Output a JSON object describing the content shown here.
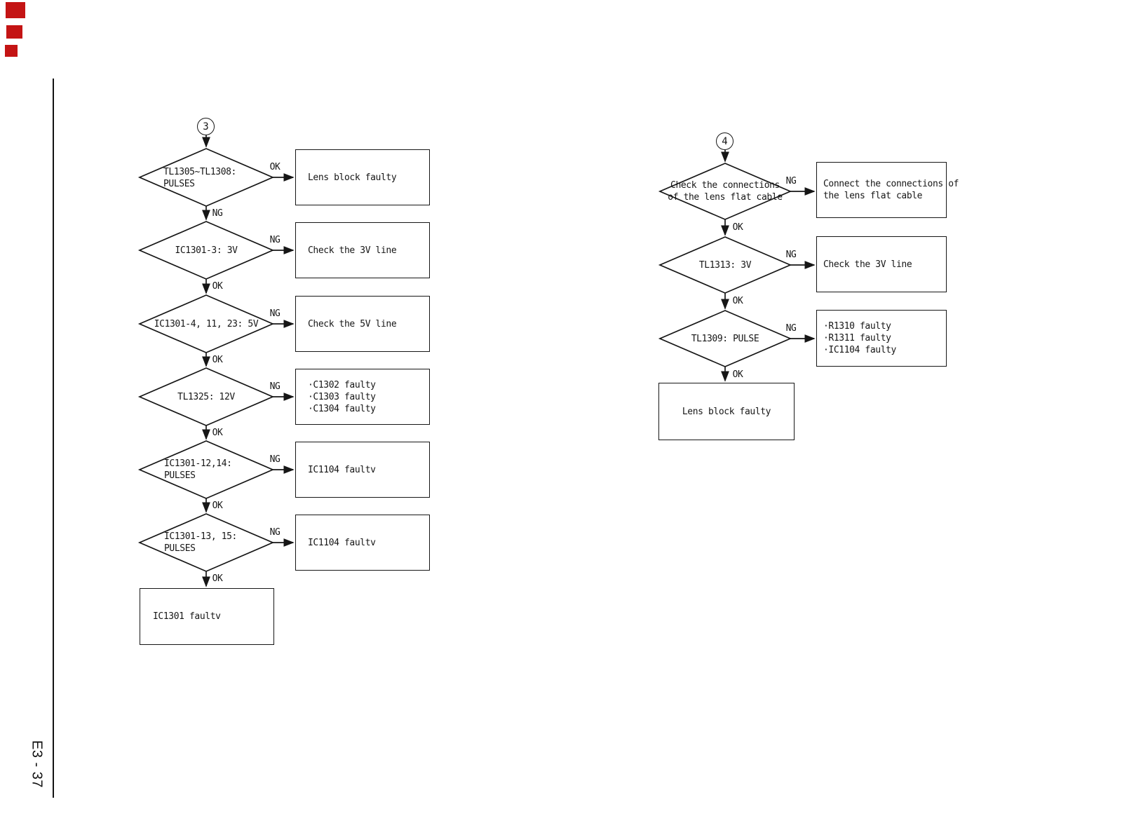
{
  "page": {
    "label": "E3 - 37",
    "corner_mark_color": "#c41414",
    "line_color": "#161616",
    "background": "#ffffff"
  },
  "chart3": {
    "start": "3",
    "decisions": [
      {
        "lines": [
          "TL1305~TL1308:",
          "PULSES"
        ],
        "side_label": "OK",
        "down_label": "NG"
      },
      {
        "lines": [
          "IC1301-3: 3V"
        ],
        "side_label": "NG",
        "down_label": "OK"
      },
      {
        "lines": [
          "IC1301-4, 11, 23: 5V"
        ],
        "side_label": "NG",
        "down_label": "OK"
      },
      {
        "lines": [
          "TL1325: 12V"
        ],
        "side_label": "NG",
        "down_label": "OK"
      },
      {
        "lines": [
          "IC1301-12,14:",
          "PULSES"
        ],
        "side_label": "NG",
        "down_label": "OK"
      },
      {
        "lines": [
          "IC1301-13, 15:",
          "PULSES"
        ],
        "side_label": "NG",
        "down_label": "OK"
      }
    ],
    "results": [
      {
        "lines": [
          "Lens block faulty"
        ]
      },
      {
        "lines": [
          "Check the 3V line"
        ]
      },
      {
        "lines": [
          "Check the 5V line"
        ]
      },
      {
        "lines": [
          "·C1302 faulty",
          "·C1303 faulty",
          "·C1304 faulty"
        ]
      },
      {
        "lines": [
          "IC1104 faultv"
        ]
      },
      {
        "lines": [
          "IC1104 faultv"
        ]
      }
    ],
    "final": {
      "lines": [
        "IC1301 faultv"
      ]
    }
  },
  "chart4": {
    "start": "4",
    "decisions": [
      {
        "lines": [
          "Check the connections",
          "of the lens flat cable"
        ],
        "side_label": "NG",
        "down_label": "OK"
      },
      {
        "lines": [
          "TL1313: 3V"
        ],
        "side_label": "NG",
        "down_label": "OK"
      },
      {
        "lines": [
          "TL1309: PULSE"
        ],
        "side_label": "NG",
        "down_label": "OK"
      }
    ],
    "results": [
      {
        "lines": [
          "Connect the connections of",
          "the lens flat cable"
        ]
      },
      {
        "lines": [
          "Check the 3V line"
        ]
      },
      {
        "lines": [
          "·R1310 faulty",
          "·R1311 faulty",
          "·IC1104 faulty"
        ]
      }
    ],
    "final": {
      "lines": [
        "Lens block faulty"
      ]
    }
  }
}
